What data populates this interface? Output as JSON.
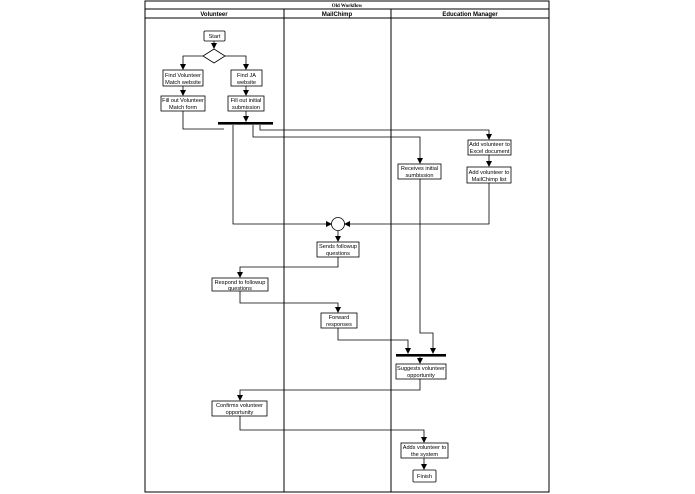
{
  "diagram": {
    "title": "Old Workflow",
    "lanes": [
      "Volunteer",
      "MailChimp",
      "Education Manager"
    ],
    "nodes": {
      "start": "Start",
      "find_match": [
        "Find Volunteer",
        "Match website"
      ],
      "find_ja": [
        "Find JA",
        "website"
      ],
      "fill_match": [
        "Fill out Volunteer",
        "Match form"
      ],
      "fill_initial": [
        "Fill out initial",
        "submission"
      ],
      "add_excel": [
        "Add volunteer to",
        "Excel document"
      ],
      "add_mailchimp": [
        "Add volunteer to",
        "MailChimp list"
      ],
      "receives": [
        "Receives initial",
        "sumbission"
      ],
      "sends": [
        "Sends followup",
        "questions"
      ],
      "respond": [
        "Respond to followup",
        "questions"
      ],
      "forward": [
        "Forward",
        "responses"
      ],
      "suggests": [
        "Suggests volunteer",
        "opportunity"
      ],
      "confirms": [
        "Confirms volunteer",
        "opportunity"
      ],
      "add_system": [
        "Adds volunteer to",
        "the system"
      ],
      "finish": "Finish"
    }
  }
}
